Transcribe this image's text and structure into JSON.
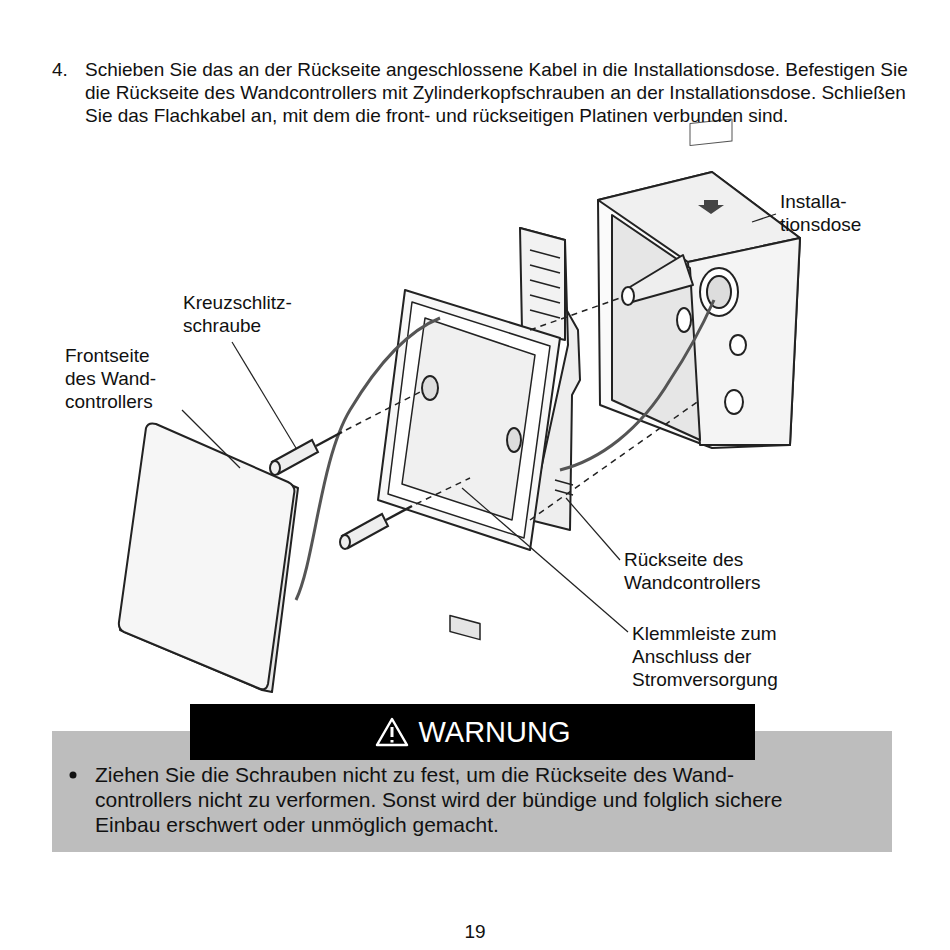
{
  "diagram": {
    "nodes": [
      {
        "text": [
          "Ziehen Sie die Schrauben nicht zu fest, um die Rückseite des Wand- controllers nicht zu verformen. Sonst wird der bündige und folglich sichere Einbau erschwert oder unmöglich gemacht."
        ]
      },
      {
        "text": [
          "WARNUNG"
        ]
      }
    ],
    "labels": [
      "4.",
      "Schieben Sie das an der Rückseite angeschlossene Kabel in die Installationsdose. Befestigen Sie die Rückseite des Wandcontrollers mit Zylinderkopfschrauben an der Installationsdose. Schließen Sie das Flachkabel an, mit dem die front- und rückseitigen Platinen verbunden sind.",
      "Installa- tionsdose",
      "Kreuzschlitz- schraube",
      "Frontseite des Wand- controllers",
      "Rückseite des Wandcontrollers",
      "Klemmleiste zum Anschluss der Stromversorgung",
      "19"
    ]
  }
}
